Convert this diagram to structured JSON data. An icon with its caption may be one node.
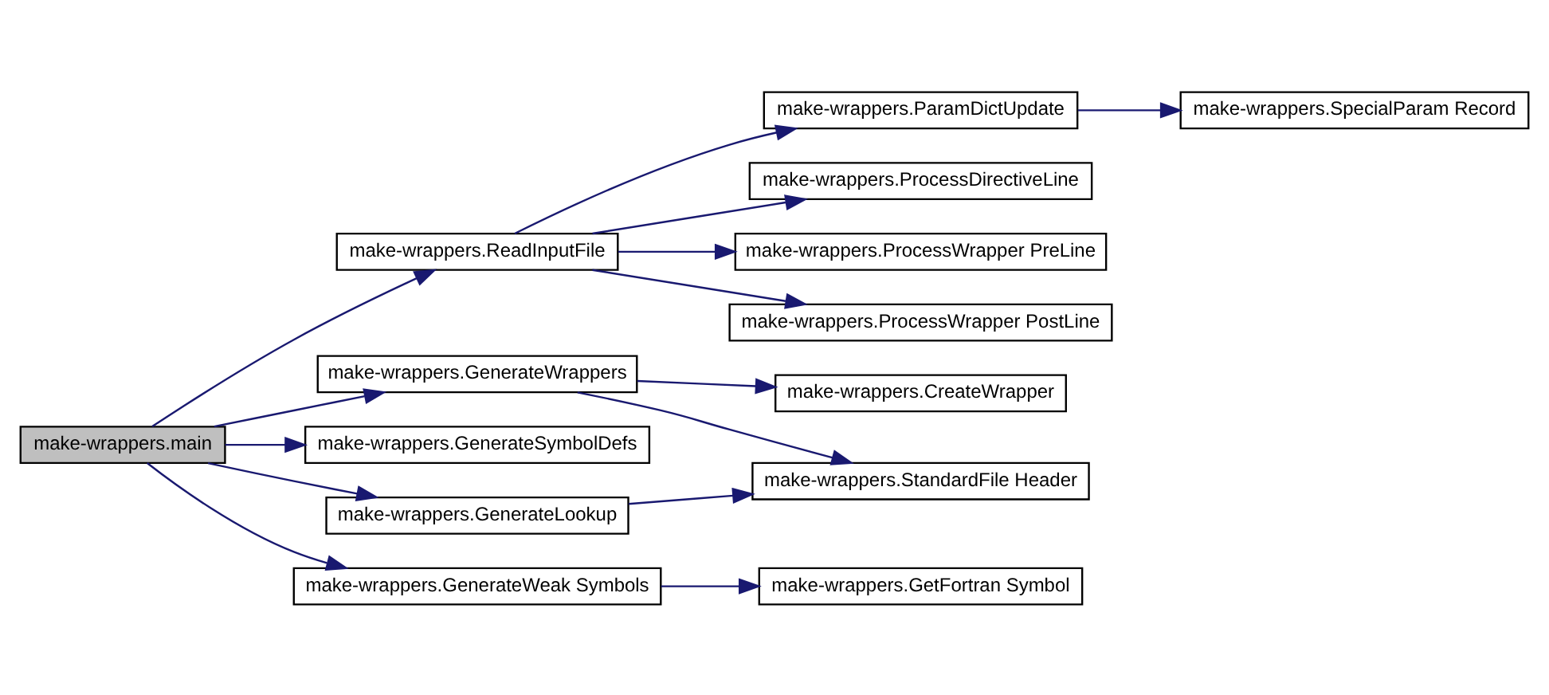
{
  "diagram": {
    "nodes": [
      {
        "text": [
          "make-wrappers.main"
        ]
      },
      {
        "text": [
          "make-wrappers.ReadInputFile"
        ]
      },
      {
        "text": [
          "make-wrappers.GenerateWrappers"
        ]
      },
      {
        "text": [
          "make-wrappers.GenerateSymbolDefs"
        ]
      },
      {
        "text": [
          "make-wrappers.GenerateLookup"
        ]
      },
      {
        "text": [
          "make-wrappers.GenerateWeak Symbols"
        ]
      },
      {
        "text": [
          "make-wrappers.ParamDictUpdate"
        ]
      },
      {
        "text": [
          "make-wrappers.ProcessDirectiveLine"
        ]
      },
      {
        "text": [
          "make-wrappers.ProcessWrapper PreLine"
        ]
      },
      {
        "text": [
          "make-wrappers.ProcessWrapper PostLine"
        ]
      },
      {
        "text": [
          "make-wrappers.CreateWrapper"
        ]
      },
      {
        "text": [
          "make-wrappers.StandardFile Header"
        ]
      },
      {
        "text": [
          "make-wrappers.GetFortran Symbol"
        ]
      },
      {
        "text": [
          "make-wrappers.SpecialParam Record"
        ]
      }
    ],
    "edges": [
      {
        "from": 0,
        "to": 1,
        "arrow": "to"
      },
      {
        "from": 0,
        "to": 2,
        "arrow": "to"
      },
      {
        "from": 0,
        "to": 3,
        "arrow": "to"
      },
      {
        "from": 0,
        "to": 4,
        "arrow": "to"
      },
      {
        "from": 0,
        "to": 5,
        "arrow": "to"
      },
      {
        "from": 1,
        "to": 6,
        "arrow": "to"
      },
      {
        "from": 1,
        "to": 7,
        "arrow": "to"
      },
      {
        "from": 1,
        "to": 8,
        "arrow": "to"
      },
      {
        "from": 1,
        "to": 9,
        "arrow": "to"
      },
      {
        "from": 6,
        "to": 13,
        "arrow": "to"
      },
      {
        "from": 2,
        "to": 10,
        "arrow": "to"
      },
      {
        "from": 2,
        "to": 11,
        "arrow": "to"
      },
      {
        "from": 4,
        "to": 11,
        "arrow": "to"
      },
      {
        "from": 5,
        "to": 12,
        "arrow": "to"
      }
    ]
  }
}
